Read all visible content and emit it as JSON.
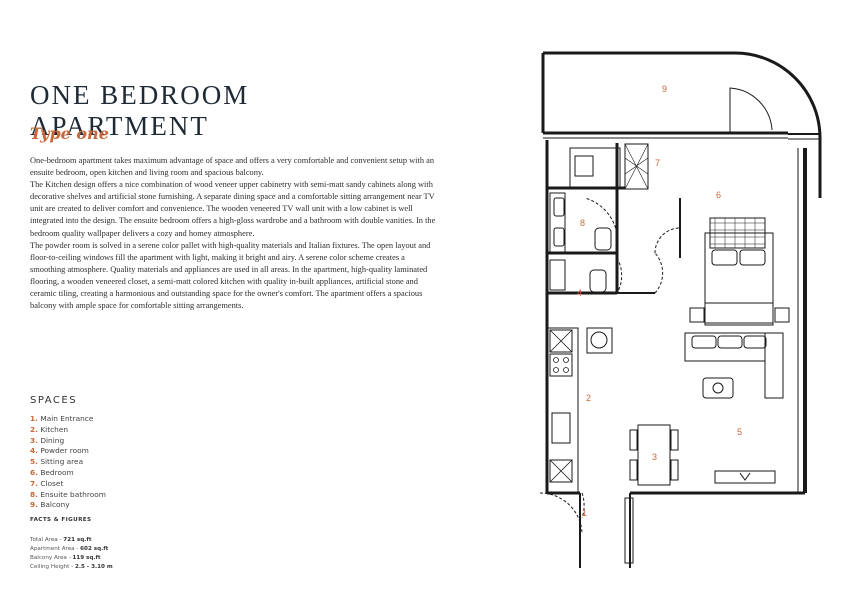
{
  "heading": {
    "title_line1": "ONE BEDROOM",
    "title_line2": "APARTMENT",
    "subtitle": "Type one"
  },
  "description": [
    "One-bedroom apartment takes maximum advantage of space and offers a very comfortable and convenient setup with an ensuite bedroom, open kitchen and living room and spacious balcony.",
    "The Kitchen design offers a nice combination of wood veneer upper cabinetry with semi-matt sandy cabinets along with decorative shelves and artificial stone furnishing.  A separate dining space and a comfortable sitting arrangement near TV unit are created to deliver comfort and convenience.  The wooden veneered TV wall unit with a low cabinet is well integrated into the design. The ensuite bedroom offers a high-gloss wardrobe and a bathroom with double vanities. In the bedroom quality wallpaper delivers a cozy and homey atmosphere.",
    "The powder room is solved in a serene color pallet with high-quality materials and Italian fixtures. The open layout and floor-to-ceiling windows fill the apartment with light, making it bright and airy. A serene color scheme creates a smoothing atmosphere. Quality materials and appliances are used in all areas. In the apartment, high-quality laminated flooring, a wooden veneered closet, a semi-matt colored kitchen with quality in-built appliances, artificial stone and ceramic tiling, creating a harmonious and outstanding space for the owner's comfort. The apartment offers a spacious balcony with ample space for comfortable sitting arrangements."
  ],
  "spaces": {
    "heading": "SPACES",
    "items": [
      {
        "num": "1.",
        "label": "Main Entrance"
      },
      {
        "num": "2.",
        "label": "Kitchen"
      },
      {
        "num": "3.",
        "label": "Dining"
      },
      {
        "num": "4.",
        "label": "Powder room"
      },
      {
        "num": "5.",
        "label": "Sitting area"
      },
      {
        "num": "6.",
        "label": "Bedroom"
      },
      {
        "num": "7.",
        "label": "Closet"
      },
      {
        "num": "8.",
        "label": "Ensuite bathroom"
      },
      {
        "num": "9.",
        "label": "Balcony"
      }
    ]
  },
  "facts": {
    "heading": "FACTS & FIGURES",
    "items": [
      {
        "label": "Total Area - ",
        "value": "721 sq.ft"
      },
      {
        "label": "Apartment Area - ",
        "value": "602 sq.ft"
      },
      {
        "label": "Balcony Area - ",
        "value": "119 sq.ft"
      },
      {
        "label": "Ceiling Height - ",
        "value": "2.5 - 3.10 m"
      }
    ]
  },
  "plan_labels": {
    "r1": "1",
    "r2": "2",
    "r3": "3",
    "r4": "4",
    "r5": "5",
    "r6": "6",
    "r7": "7",
    "r8": "8",
    "r9": "9"
  },
  "colors": {
    "accent": "#c8683a",
    "title": "#1f2a36",
    "wall": "#1a1a1a"
  }
}
